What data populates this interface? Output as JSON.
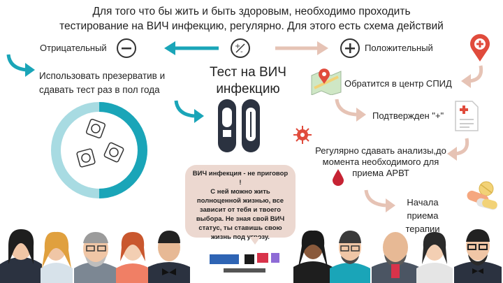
{
  "header": {
    "line1": "Для того что бы жить и быть здоровым, необходимо проходить",
    "line2": "тестирование на ВИЧ инфекцию, регулярно. Для этого есть схема действий"
  },
  "center": {
    "test_line1": "Тест на ВИЧ",
    "test_line2": "инфекцию"
  },
  "negative": {
    "label": "Отрицательный",
    "advice_line1": "Использовать презерватив и",
    "advice_line2": "сдавать тест раз в пол года"
  },
  "positive": {
    "label": "Положительный",
    "steps": {
      "aids_center": "Обратится в центр СПИД",
      "confirmed": "Подтвержден \"+\"",
      "regular_line1": "Регулярно сдавать анализы,до",
      "regular_line2": "момента необходимого для",
      "regular_line3": "приема АРВТ",
      "therapy_line1": "Начала приема",
      "therapy_line2": "терапии"
    }
  },
  "bubble": {
    "line1": "ВИЧ инфекция - не приговор !",
    "line2": "С ней можно жить",
    "line3": "полноценной жизнью, все",
    "line4": "зависит от тебя и твоего",
    "line5": "выбора. Не зная свой ВИЧ",
    "line6": "статус, ты ставишь свою",
    "line7": "жизнь под угрозу."
  },
  "icons": {
    "plus_minus": "plus-minus-icon",
    "minus": "minus-circle-icon",
    "plus": "plus-circle-icon",
    "location": "location-pin-icon",
    "map": "map-icon",
    "document": "document-icon",
    "virus": "virus-icon",
    "blood": "blood-drop-icon",
    "pills": "pills-icon",
    "condoms": "condom-icon",
    "test_strips": "test-strip-icon"
  },
  "colors": {
    "teal": "#1aa5b8",
    "teal_light": "#a8dbe2",
    "salmon": "#e6c3b5",
    "red": "#e04b3c",
    "bubble": "#ecd8d0",
    "navy": "#2b3240"
  }
}
